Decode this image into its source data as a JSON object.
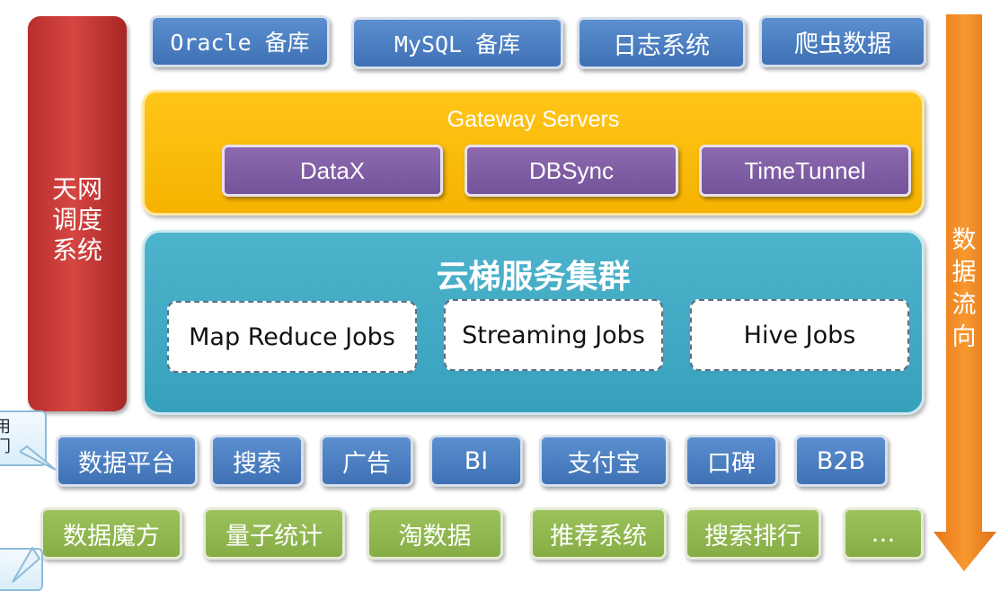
{
  "sources": [
    "Oracle 备库",
    "MySQL 备库",
    "日志系统",
    "爬虫数据"
  ],
  "scheduler": {
    "label": "天网调度系统",
    "lines": [
      "天网",
      "调度",
      "系统"
    ]
  },
  "gateway": {
    "title": "Gateway Servers",
    "tools": [
      "DataX",
      "DBSync",
      "TimeTunnel"
    ]
  },
  "cluster": {
    "title": "云梯服务集群",
    "jobs": [
      "Map Reduce Jobs",
      "Streaming Jobs",
      "Hive Jobs"
    ]
  },
  "departments": [
    "数据平台",
    "搜索",
    "广告",
    "BI",
    "支付宝",
    "口碑",
    "B2B"
  ],
  "products": [
    "数据魔方",
    "量子统计",
    "淘数据",
    "推荐系统",
    "搜索排行",
    "…"
  ],
  "flow": {
    "label": "数据流向",
    "chars": [
      "数",
      "据",
      "流",
      "向"
    ]
  },
  "callouts": {
    "top_visible": [
      "用",
      "门"
    ]
  },
  "colors": {
    "source_blue": "#4a7fc1",
    "gateway": "#f6b300",
    "tool_purple": "#7e5ea6",
    "cluster": "#3fa7c1",
    "scheduler_red": "#c43a36",
    "product_green": "#8fb54e",
    "arrow_orange": "#f2861c"
  }
}
